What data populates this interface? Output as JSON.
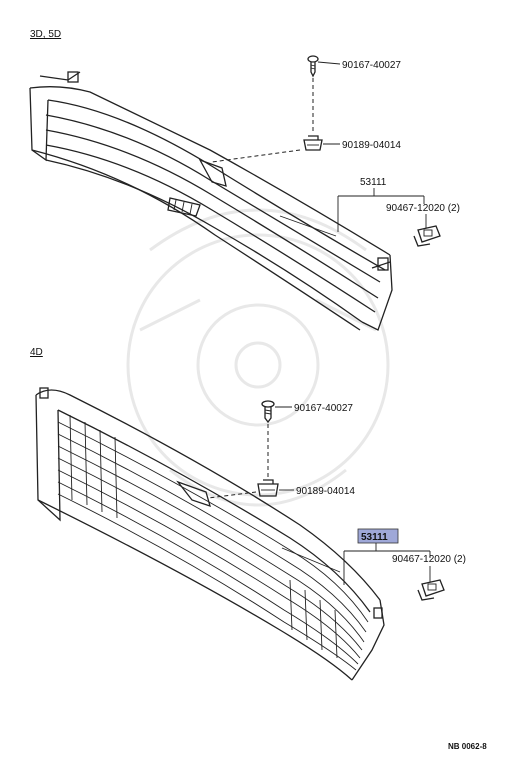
{
  "diagram": {
    "sections": {
      "upper": "3D, 5D",
      "lower": "4D"
    },
    "upper_parts": {
      "screw": "90167-40027",
      "clip": "90189-04014",
      "grille": "53111",
      "retainer": "90467-12020 (2)"
    },
    "lower_parts": {
      "screw": "90167-40027",
      "clip": "90189-04014",
      "grille": "53111",
      "retainer": "90467-12020 (2)"
    },
    "highlight_color": "#9fa8d8",
    "figure_ref": "NB 0062-8"
  }
}
